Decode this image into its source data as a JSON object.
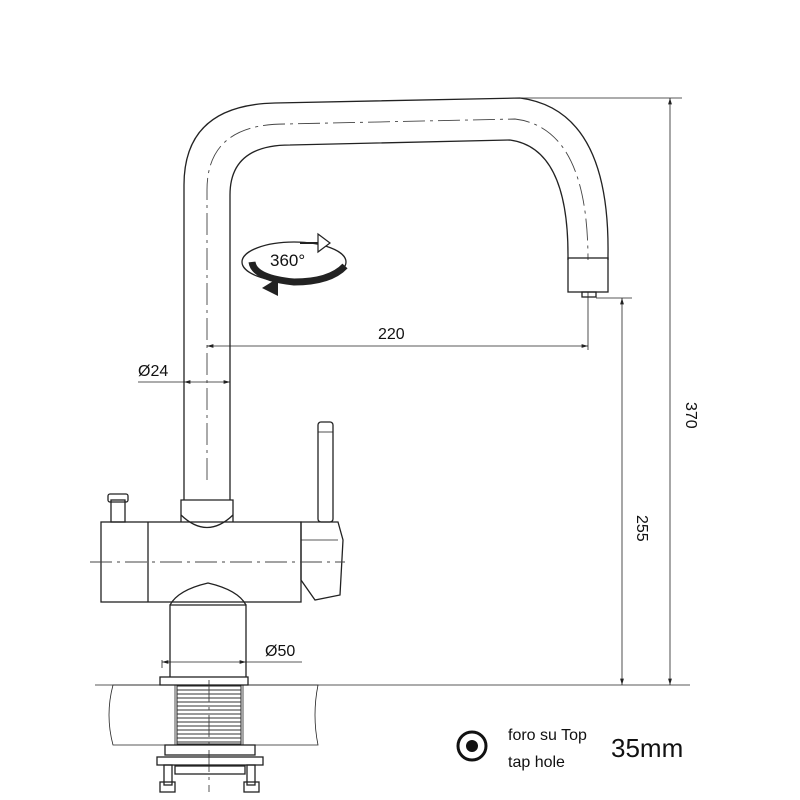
{
  "dimensions": {
    "diameter_spout": "Ø24",
    "reach": "220",
    "spout_height": "255",
    "total_height": "370",
    "diameter_base": "Ø50"
  },
  "rotation_label": "360°",
  "hole_note": {
    "line1": "foro su Top",
    "line2": "tap hole",
    "size": "35mm"
  }
}
